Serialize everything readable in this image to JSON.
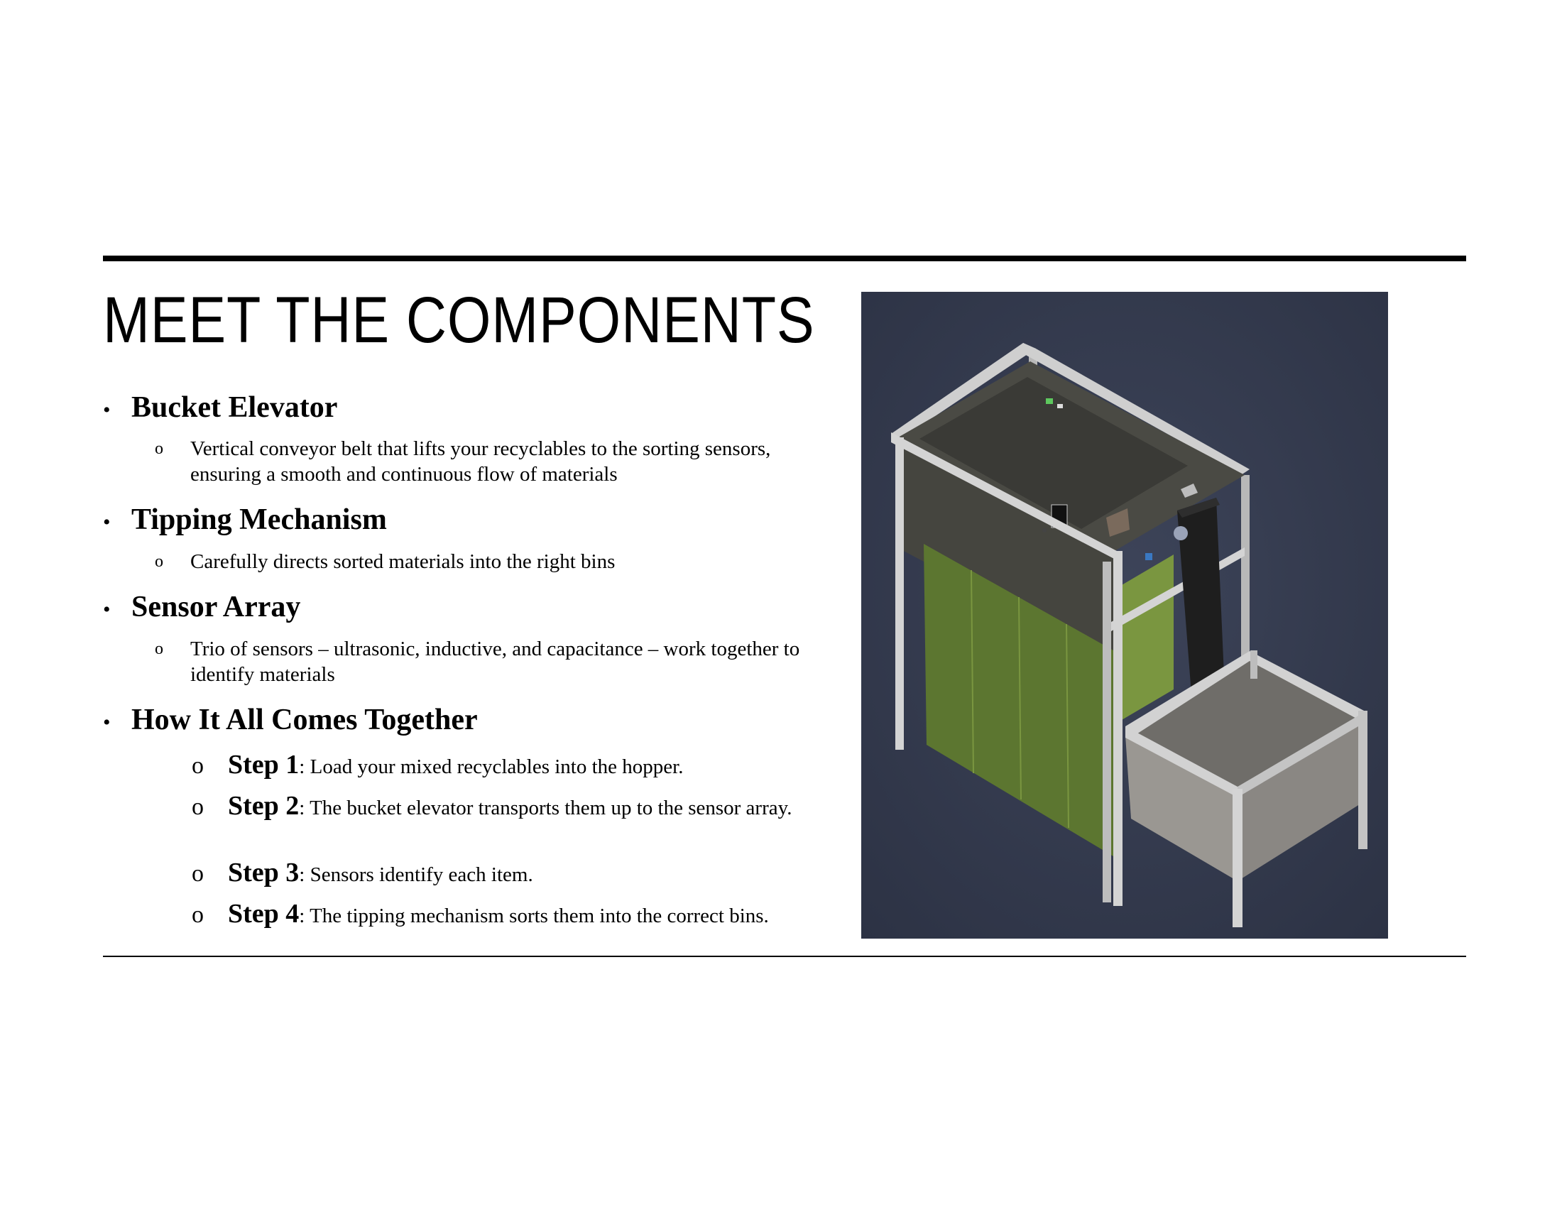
{
  "title": "MEET  THE COMPONENTS",
  "sections": [
    {
      "heading": "Bucket Elevator",
      "items": [
        "Vertical conveyor belt that lifts your recyclables to the sorting sensors, ensuring a smooth and continuous flow of materials"
      ]
    },
    {
      "heading": "Tipping Mechanism",
      "items": [
        "Carefully directs sorted materials into the right bins"
      ]
    },
    {
      "heading": "Sensor Array",
      "items": [
        "Trio of sensors – ultrasonic, inductive, and capacitance – work together to identify materials"
      ]
    },
    {
      "heading": "How It All Comes Together"
    }
  ],
  "steps": [
    {
      "label": "Step 1",
      "sep": ":",
      "text": " Load your mixed recyclables into the hopper."
    },
    {
      "label": "Step 2",
      "sep": ":",
      "text": " The bucket elevator transports them up to the sensor array."
    },
    {
      "label": "Step 3",
      "sep": ":",
      "text": " Sensors identify each item."
    },
    {
      "label": "Step 4",
      "sep": ":",
      "text": " The tipping mechanism sorts them into the correct bins."
    }
  ],
  "bullet_glyph": "•",
  "sub_glyph": "o",
  "colors": {
    "figure_background": "#333a4c",
    "frame": "#c9c9c9",
    "panel": "#5f7833",
    "hopper": "#42423e",
    "belt": "#1e1e1e",
    "bin": "#8a8783"
  }
}
